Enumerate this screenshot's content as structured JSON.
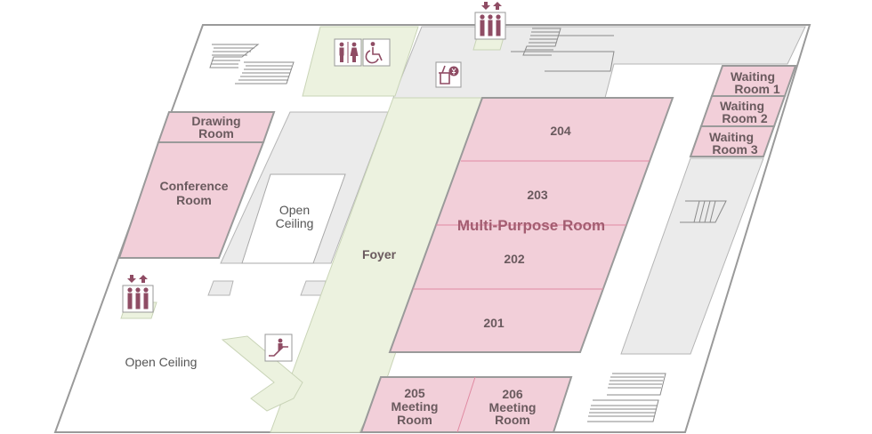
{
  "floor_map": {
    "rooms": {
      "drawing_room": {
        "line1": "Drawing",
        "line2": "Room"
      },
      "conference_room": {
        "line1": "Conference",
        "line2": "Room"
      },
      "open_ceiling_center": {
        "line1": "Open",
        "line2": "Ceiling"
      },
      "open_ceiling_west": "Open Ceiling",
      "foyer": "Foyer",
      "multi_purpose_room": "Multi-Purpose Room",
      "room_204": "204",
      "room_203": "203",
      "room_202": "202",
      "room_201": "201",
      "meeting_205": {
        "line1": "205",
        "line2": "Meeting",
        "line3": "Room"
      },
      "meeting_206": {
        "line1": "206",
        "line2": "Meeting",
        "line3": "Room"
      },
      "waiting_room_1": {
        "line1": "Waiting",
        "line2": "Room 1"
      },
      "waiting_room_2": {
        "line1": "Waiting",
        "line2": "Room 2"
      },
      "waiting_room_3": {
        "line1": "Waiting",
        "line2": "Room 3"
      }
    },
    "icons": [
      "elevator-icon",
      "restroom-icon",
      "accessible-icon",
      "vending-icon",
      "escalator-icon",
      "stairs-icon"
    ],
    "colors": {
      "room_pink": "#f2cfd9",
      "foyer_green": "#ecf2df",
      "wall_gray": "#ebebeb",
      "icon_maroon": "#8f4c64",
      "label_text": "#6a5a5e",
      "mpr_text": "#a35d71"
    }
  }
}
